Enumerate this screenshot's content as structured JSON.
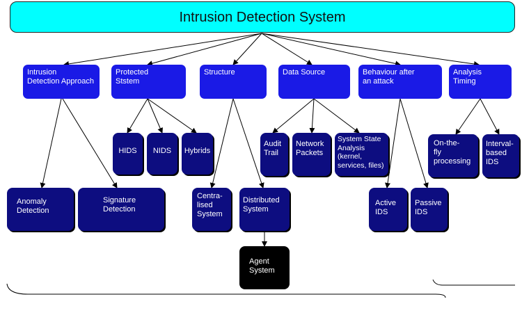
{
  "title": "Intrusion Detection System",
  "categories": {
    "approach": "Intrusion\nDetection Approach",
    "protected": "Protected\nStstem",
    "structure": "Structure",
    "data_source": "Data Source",
    "behaviour": "Behaviour after\nan attack",
    "timing": "Analysis\nTiming"
  },
  "leaves": {
    "anomaly": "Anomaly\nDetection",
    "signature": "Signature\nDetection",
    "hids": "HIDS",
    "nids": "NIDS",
    "hybrids": "Hybrids",
    "centralised": "Centra-\nlised\nSystem",
    "distributed": "Distributed\nSystem",
    "agent": "Agent\nSystem",
    "audit_trail": "Audit\nTrail",
    "network_packets": "Network\nPackets",
    "system_state": "System State\nAnalysis\n(kernel,\nservices, files)",
    "active_ids": "Active\nIDS",
    "passive_ids": "Passive\nIDS",
    "on_the_fly": "On-the-\nfly\nprocessing",
    "interval_based": "Interval-\nbased\nIDS"
  },
  "colors": {
    "root_fill": "#00ffff",
    "category_fill": "#1a1ae6",
    "leaf_fill": "#0d0d80",
    "agent_fill": "#000000",
    "connector": "#000000"
  }
}
